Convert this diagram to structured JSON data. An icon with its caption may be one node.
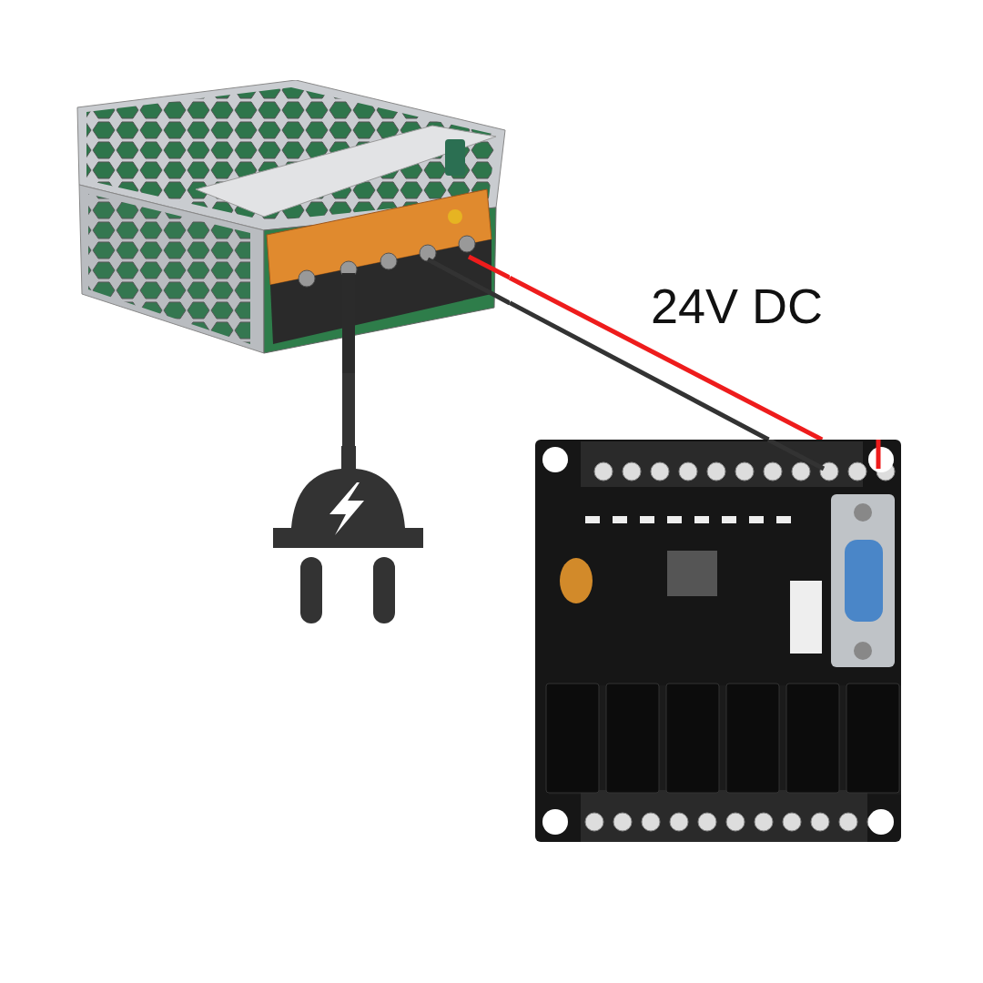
{
  "diagram": {
    "nodes": [
      {
        "text": [],
        "shape": "picture"
      },
      {
        "text": [],
        "shape": "picture"
      },
      {
        "text": [],
        "shape": "picture"
      }
    ],
    "edges": [
      {
        "from": 1,
        "to": 0,
        "arrow": "none",
        "style": "thick"
      },
      {
        "from": 0,
        "to": 2,
        "arrow": "none"
      },
      {
        "from": 0,
        "to": 2,
        "arrow": "none",
        "color": "#ee1c1c"
      }
    ],
    "labels": [
      "24V DC"
    ]
  }
}
